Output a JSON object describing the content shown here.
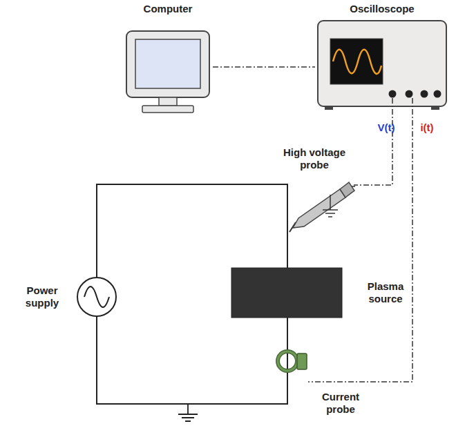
{
  "diagram": {
    "nodes": [
      {
        "text": [
          "Computer"
        ]
      },
      {
        "text": [
          "Oscilloscope"
        ]
      }
    ],
    "edges": [
      {
        "from": 0,
        "to": 1,
        "arrow": "none"
      }
    ],
    "labels": [
      "V(t)",
      "i(t)",
      "High voltage probe",
      "Power supply",
      "Plasma source",
      "Current probe"
    ]
  }
}
